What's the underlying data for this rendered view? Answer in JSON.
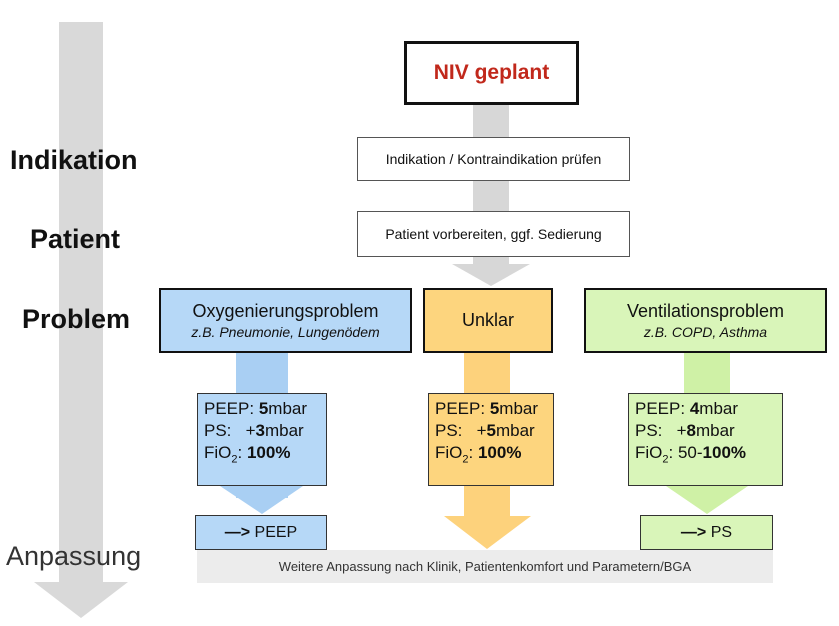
{
  "start": {
    "label": "NIV geplant"
  },
  "side_labels": {
    "indikation": "Indikation",
    "patient": "Patient",
    "problem": "Problem",
    "anpassung": "Anpassung"
  },
  "steps": {
    "indikation": "Indikation / Kontraindikation prüfen",
    "patient": "Patient vorbereiten, ggf. Sedierung"
  },
  "problems": {
    "oxy": {
      "title": "Oxygenierungsproblem",
      "subtitle": "z.B. Pneumonie, Lungenödem"
    },
    "unklar": {
      "title": "Unklar"
    },
    "vent": {
      "title": "Ventilationsproblem",
      "subtitle": "z.B. COPD, Asthma"
    }
  },
  "params": {
    "oxy": {
      "peep_label": "PEEP: ",
      "peep_value": "5",
      "ps_label": "PS:   +",
      "ps_value": "3",
      "fio2_label": "FiO",
      "fio2_sub": "2",
      "fio2_colon": ": ",
      "fio2_value": "100",
      "fio2_value_prefix": "",
      "unit_mbar": "mbar",
      "unit_pct": "%"
    },
    "unklar": {
      "peep_label": "PEEP: ",
      "peep_value": "5",
      "ps_label": "PS:   +",
      "ps_value": "5",
      "fio2_label": "FiO",
      "fio2_sub": "2",
      "fio2_colon": ": ",
      "fio2_value": "100",
      "fio2_value_prefix": "",
      "unit_mbar": "mbar",
      "unit_pct": "%"
    },
    "vent": {
      "peep_label": "PEEP: ",
      "peep_value": "4",
      "ps_label": "PS:   +",
      "ps_value": "8",
      "fio2_label": "FiO",
      "fio2_sub": "2",
      "fio2_colon": ": ",
      "fio2_value": "100",
      "fio2_value_prefix": "50-",
      "unit_mbar": "mbar",
      "unit_pct": "%"
    }
  },
  "adjust": {
    "oxy": {
      "arrow": "—>",
      "label": " PEEP"
    },
    "vent": {
      "arrow": "—>",
      "label": " PS"
    },
    "further": "Weitere Anpassung nach Klinik, Patientenkomfort und Parametern/BGA"
  },
  "colors": {
    "oxy": "#b6d8f7",
    "unklar": "#fdd57e",
    "vent": "#d9f5b9",
    "oxy_arrow": "#a7cdf2",
    "unklar_arrow": "#fcd27a",
    "vent_arrow": "#cdf0a3",
    "side_arrow": "#d6d6d6",
    "start_text": "#c1281b"
  }
}
